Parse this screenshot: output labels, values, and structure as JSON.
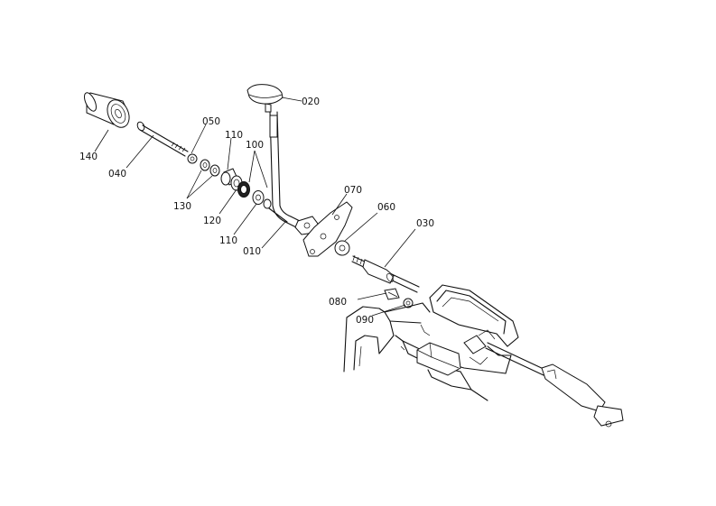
{
  "callouts": {
    "p010": "010",
    "p020": "020",
    "p030": "030",
    "p040": "040",
    "p050": "050",
    "p060": "060",
    "p070": "070",
    "p080": "080",
    "p090": "090",
    "p100": "100",
    "p110a": "110",
    "p110b": "110",
    "p120": "120",
    "p130": "130",
    "p140": "140"
  }
}
